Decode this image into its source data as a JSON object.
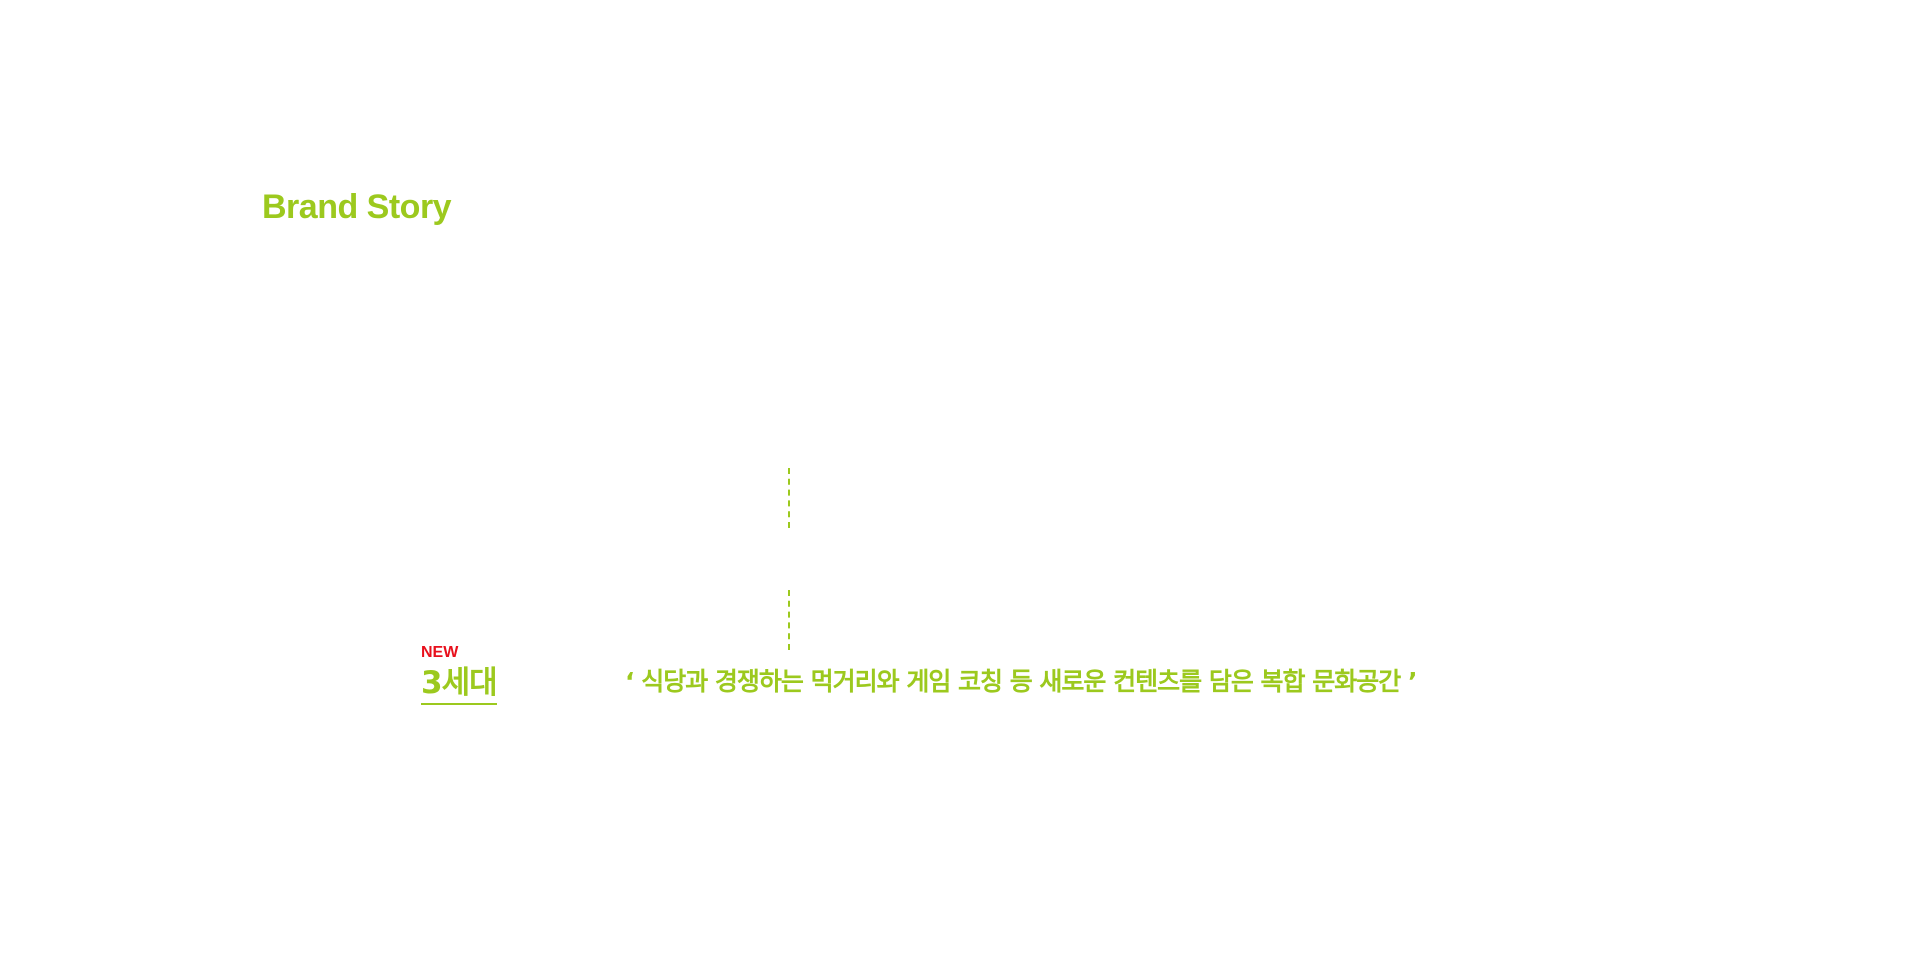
{
  "section": {
    "title": "Brand Story"
  },
  "generation": {
    "badge": "NEW",
    "label": "3세대"
  },
  "tagline": "‘ 식당과 경쟁하는 먹거리와 게임 코칭 등 새로운 컨텐츠를 담은 복합 문화공간 ’",
  "colors": {
    "accent": "#9cc91e",
    "badge": "#e8101c",
    "background": "#ffffff"
  }
}
